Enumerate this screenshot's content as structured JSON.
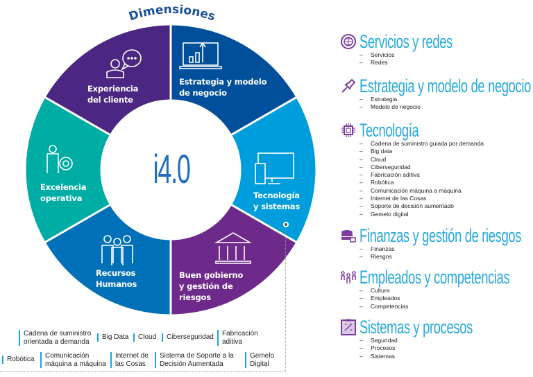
{
  "title": "Dimensiones",
  "center": "i4.0",
  "segments": [
    {
      "lines": [
        "Experiencia",
        "del cliente"
      ],
      "color": "#4b2683",
      "icon": "customer-chat-icon"
    },
    {
      "lines": [
        "Estrategia y modelo",
        "de negocio"
      ],
      "color": "#004f9a",
      "icon": "laptop-chart-icon"
    },
    {
      "lines": [
        "Tecnología",
        "y sistemas"
      ],
      "color": "#009ddc",
      "icon": "devices-icon"
    },
    {
      "lines": [
        "Buen gobierno",
        "y gestión de",
        "riesgos"
      ],
      "color": "#6e2a8a",
      "icon": "institution-icon"
    },
    {
      "lines": [
        "Recursos",
        "Humanos"
      ],
      "color": "#0070b8",
      "icon": "people-group-icon"
    },
    {
      "lines": [
        "Excelencia",
        "operativa"
      ],
      "color": "#00ada5",
      "icon": "person-gear-icon"
    }
  ],
  "categories": [
    {
      "title": "Servicios y redes",
      "icon": "globe-icon",
      "items": [
        "Servicios",
        "Redes"
      ]
    },
    {
      "title": "Estrategia y modelo de negocio",
      "icon": "pushpin-icon",
      "items": [
        "Estrategia",
        "Modelo de negocio"
      ]
    },
    {
      "title": "Tecnología",
      "icon": "chip-icon",
      "items": [
        "Cadena de suministro guiada por demanda",
        "Big data",
        "Cloud",
        "Ciberseguridad",
        "Fabricación aditiva",
        "Robótica",
        "Comunicación máquina a máquina",
        "Internet de las Cosas",
        "Soporte de decisión aumentado",
        "Gemelo digital"
      ]
    },
    {
      "title": "Finanzas y gestión de riesgos",
      "icon": "coins-lock-icon",
      "items": [
        "Finanzas",
        "Riesgos"
      ]
    },
    {
      "title": "Empleados y competencias",
      "icon": "employees-icon",
      "items": [
        "Cultura",
        "Empleados",
        "Competencias"
      ]
    },
    {
      "title": "Sistemas y procesos",
      "icon": "clipboard-icon",
      "items": [
        "Seguridad",
        "Procesos",
        "Sistemas"
      ]
    }
  ],
  "technologies": [
    [
      "Cadena de suministro",
      "orientada a demanda"
    ],
    [
      "Big Data"
    ],
    [
      "Cloud"
    ],
    [
      "Ciberseguridad"
    ],
    [
      "Fabricación",
      "aditiva"
    ],
    [
      "Robótica"
    ],
    [
      "Comunicación",
      "máquina a máquina"
    ],
    [
      "Internet de",
      "las Cosas"
    ],
    [
      "Sistema de Soporte a la",
      "Decisión Aumentada"
    ],
    [
      "Gemelo",
      "Digital"
    ]
  ],
  "colors": {
    "title": "#1a4f9c",
    "center": "#1e6fc0",
    "category_title": "#25a9e0",
    "category_icon": "#7b3c9e",
    "tag_bar": "#1aa3e0"
  }
}
